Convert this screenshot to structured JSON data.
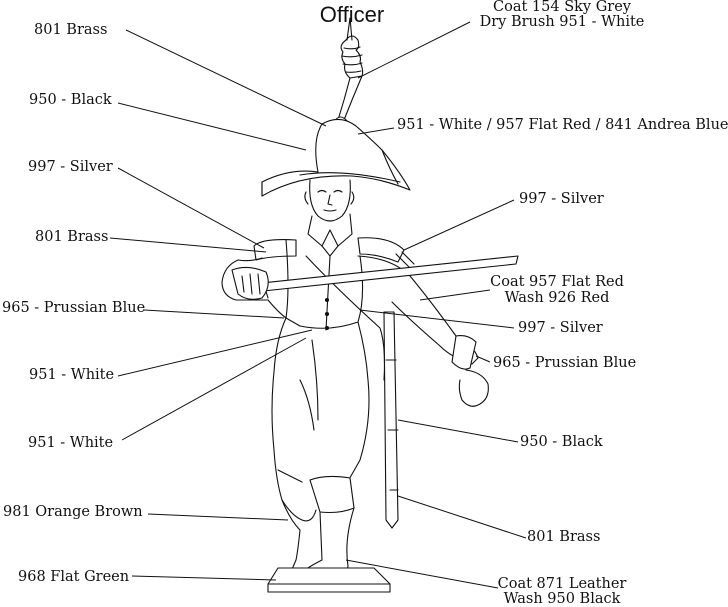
{
  "title": "Officer",
  "labels": {
    "brass_hat": "801 Brass",
    "black_hat": "950 - Black",
    "silver_left": "997 - Silver",
    "brass_left": "801 Brass",
    "prussian_left": "965 - Prussian Blue",
    "white_1": "951 - White",
    "white_2": "951 - White",
    "orange_brown": "981 Orange Brown",
    "flat_green": "968 Flat Green",
    "plume_line1": "Coat 154 Sky Grey",
    "plume_line2": "Dry Brush 951 - White",
    "cockade": "951 - White / 957 Flat Red  / 841 Andrea Blue",
    "silver_right": "997 - Silver",
    "coat_red_line1": "Coat 957 Flat Red",
    "coat_red_line2": "Wash 926 Red",
    "silver_right_2": "997 - Silver",
    "prussian_right": "965 - Prussian Blue",
    "black_right": "950 - Black",
    "brass_right": "801 Brass",
    "leather_line1": "Coat 871 Leather",
    "leather_line2": "Wash 950 Black"
  }
}
